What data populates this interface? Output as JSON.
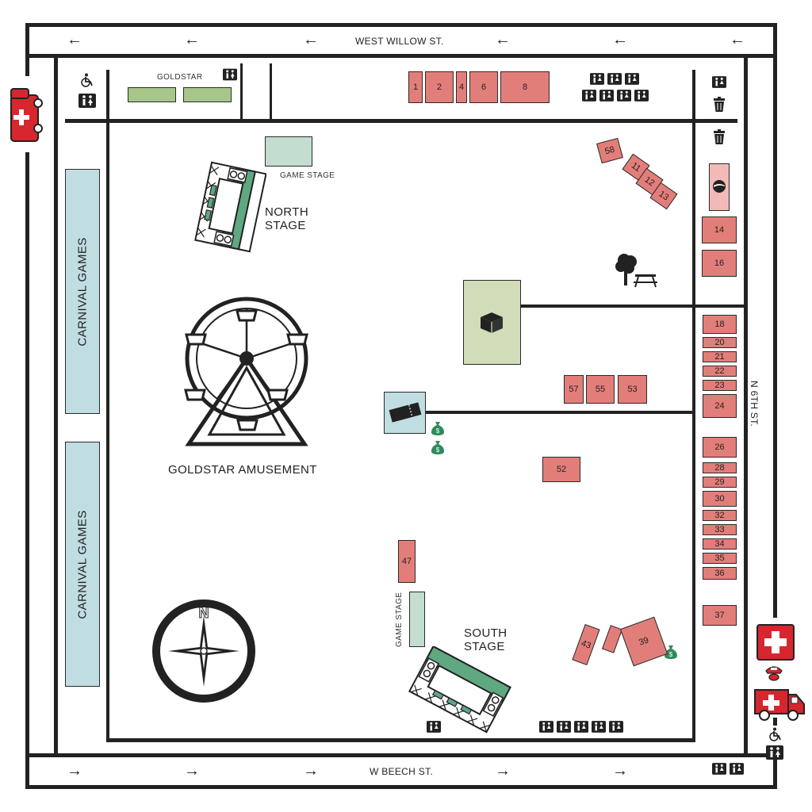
{
  "streets": {
    "north": "WEST WILLOW ST.",
    "south": "W BEECH ST.",
    "east": "N 6TH ST."
  },
  "top_strip": {
    "goldstar_label": "GOLDSTAR"
  },
  "areas": {
    "carnival_games_1": "CARNIVAL GAMES",
    "carnival_games_2": "CARNIVAL GAMES",
    "north_stage_line1": "NORTH",
    "north_stage_line2": "STAGE",
    "south_stage_line1": "SOUTH",
    "south_stage_line2": "STAGE",
    "game_stage_top": "GAME STAGE",
    "game_stage_bottom": "GAME STAGE",
    "ferris_wheel": "GOLDSTAR AMUSEMENT"
  },
  "booths": {
    "b1": "1",
    "b2": "2",
    "b4": "4",
    "b6": "6",
    "b8": "8",
    "b58": "58",
    "b11": "11",
    "b12": "12",
    "b13": "13",
    "b14": "14",
    "b16": "16",
    "b18": "18",
    "b20": "20",
    "b21": "21",
    "b22": "22",
    "b23": "23",
    "b24": "24",
    "b26": "26",
    "b28": "28",
    "b29": "29",
    "b30": "30",
    "b32": "32",
    "b33": "33",
    "b34": "34",
    "b35": "35",
    "b36": "36",
    "b37": "37",
    "b39": "39",
    "b43": "43",
    "b47": "47",
    "b52": "52",
    "b53": "53",
    "b55": "55",
    "b57": "57"
  },
  "colors": {
    "booth": "#e27e7a",
    "booth_light": "#f2b9b9",
    "stage_green": "#5fa882",
    "carnival_blue": "#c0dde2",
    "medical_red": "#d7262e",
    "money_green": "#2f8a5c",
    "info_tent": "#d1ddb8",
    "goldstar_bar": "#a7c78a"
  },
  "icons": {
    "accessible": "wheelchair-icon",
    "restroom": "restroom-icon",
    "trash": "trash-icon",
    "ambulance": "ambulance-icon",
    "first_aid": "first-aid-icon",
    "police": "police-icon",
    "atm": "money-bag-icon",
    "tickets": "ticket-icon",
    "info": "info-box-icon",
    "picnic": "tree-picnic-icon",
    "pepsi": "pepsi-icon",
    "compass": "compass-icon"
  }
}
